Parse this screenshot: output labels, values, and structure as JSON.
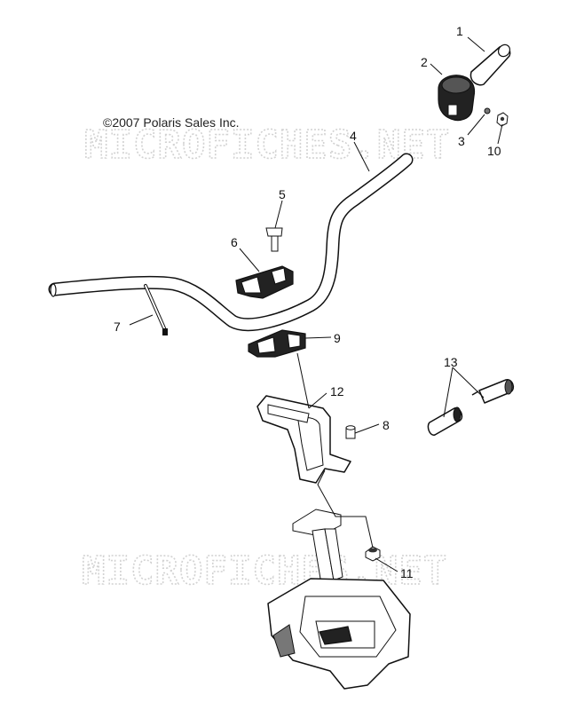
{
  "copyright": "©2007 Polaris Sales Inc.",
  "watermark": "MICROFICHES.NET",
  "callouts": [
    {
      "id": "callout-1",
      "label": "1"
    },
    {
      "id": "callout-2",
      "label": "2"
    },
    {
      "id": "callout-3",
      "label": "3"
    },
    {
      "id": "callout-4",
      "label": "4"
    },
    {
      "id": "callout-5",
      "label": "5"
    },
    {
      "id": "callout-6",
      "label": "6"
    },
    {
      "id": "callout-7",
      "label": "7"
    },
    {
      "id": "callout-8",
      "label": "8"
    },
    {
      "id": "callout-9",
      "label": "9"
    },
    {
      "id": "callout-10",
      "label": "10"
    },
    {
      "id": "callout-11",
      "label": "11"
    },
    {
      "id": "callout-12",
      "label": "12"
    },
    {
      "id": "callout-13",
      "label": "13"
    }
  ]
}
